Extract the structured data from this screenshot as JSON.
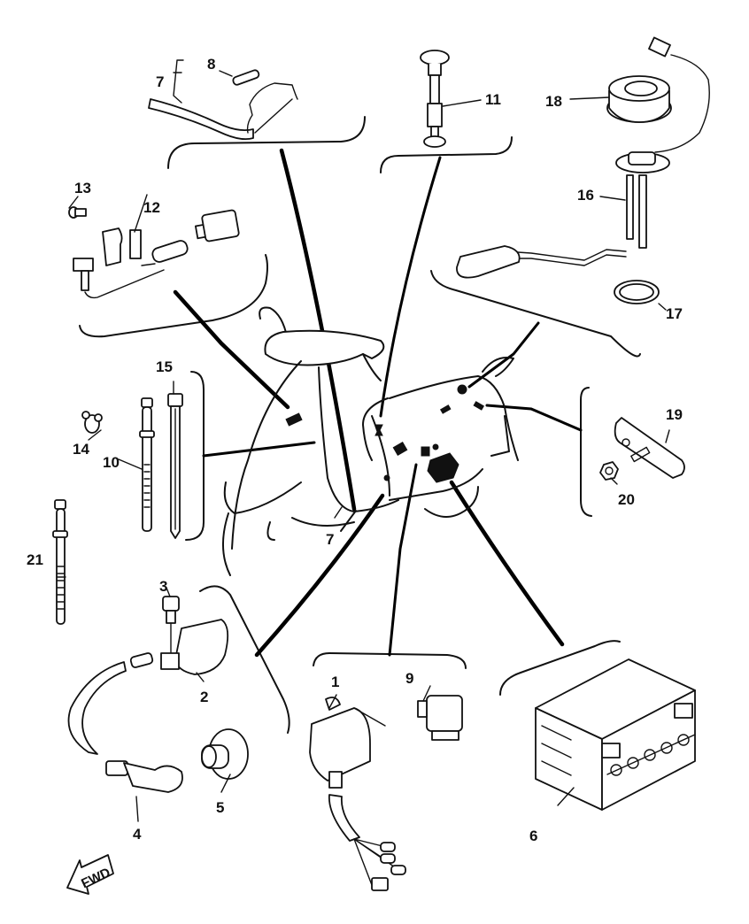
{
  "diagram": {
    "title": "Electrical parts exploded view",
    "direction_indicator": "FWD",
    "callouts": [
      {
        "id": "1",
        "part": "CDI unit"
      },
      {
        "id": "2",
        "part": "Ignition coil"
      },
      {
        "id": "3",
        "part": "Bolt"
      },
      {
        "id": "4",
        "part": "Spark plug cap"
      },
      {
        "id": "5",
        "part": "Spark plug cap cover"
      },
      {
        "id": "6",
        "part": "Battery"
      },
      {
        "id": "7",
        "part": "Wire harness"
      },
      {
        "id": "8",
        "part": "Fuse"
      },
      {
        "id": "9",
        "part": "Relay"
      },
      {
        "id": "10",
        "part": "Cable band"
      },
      {
        "id": "11",
        "part": "Oil level gauge"
      },
      {
        "id": "12",
        "part": "Sensor assembly"
      },
      {
        "id": "13",
        "part": "Screw"
      },
      {
        "id": "14",
        "part": "Clamp"
      },
      {
        "id": "15",
        "part": "Cable tie"
      },
      {
        "id": "16",
        "part": "Fuel sender unit"
      },
      {
        "id": "17",
        "part": "Gasket"
      },
      {
        "id": "18",
        "part": "Nut"
      },
      {
        "id": "19",
        "part": "Plate"
      },
      {
        "id": "20",
        "part": "Nut"
      },
      {
        "id": "21",
        "part": "Cable band"
      }
    ],
    "labels": {
      "l1": "1",
      "l2": "2",
      "l3": "3",
      "l4": "4",
      "l5": "5",
      "l6": "6",
      "l7a": "7",
      "l7b": "7",
      "l8": "8",
      "l9": "9",
      "l10": "10",
      "l11": "11",
      "l12": "12",
      "l13": "13",
      "l14": "14",
      "l15": "15",
      "l16": "16",
      "l17": "17",
      "l18": "18",
      "l19": "19",
      "l20": "20",
      "l21": "21"
    }
  }
}
